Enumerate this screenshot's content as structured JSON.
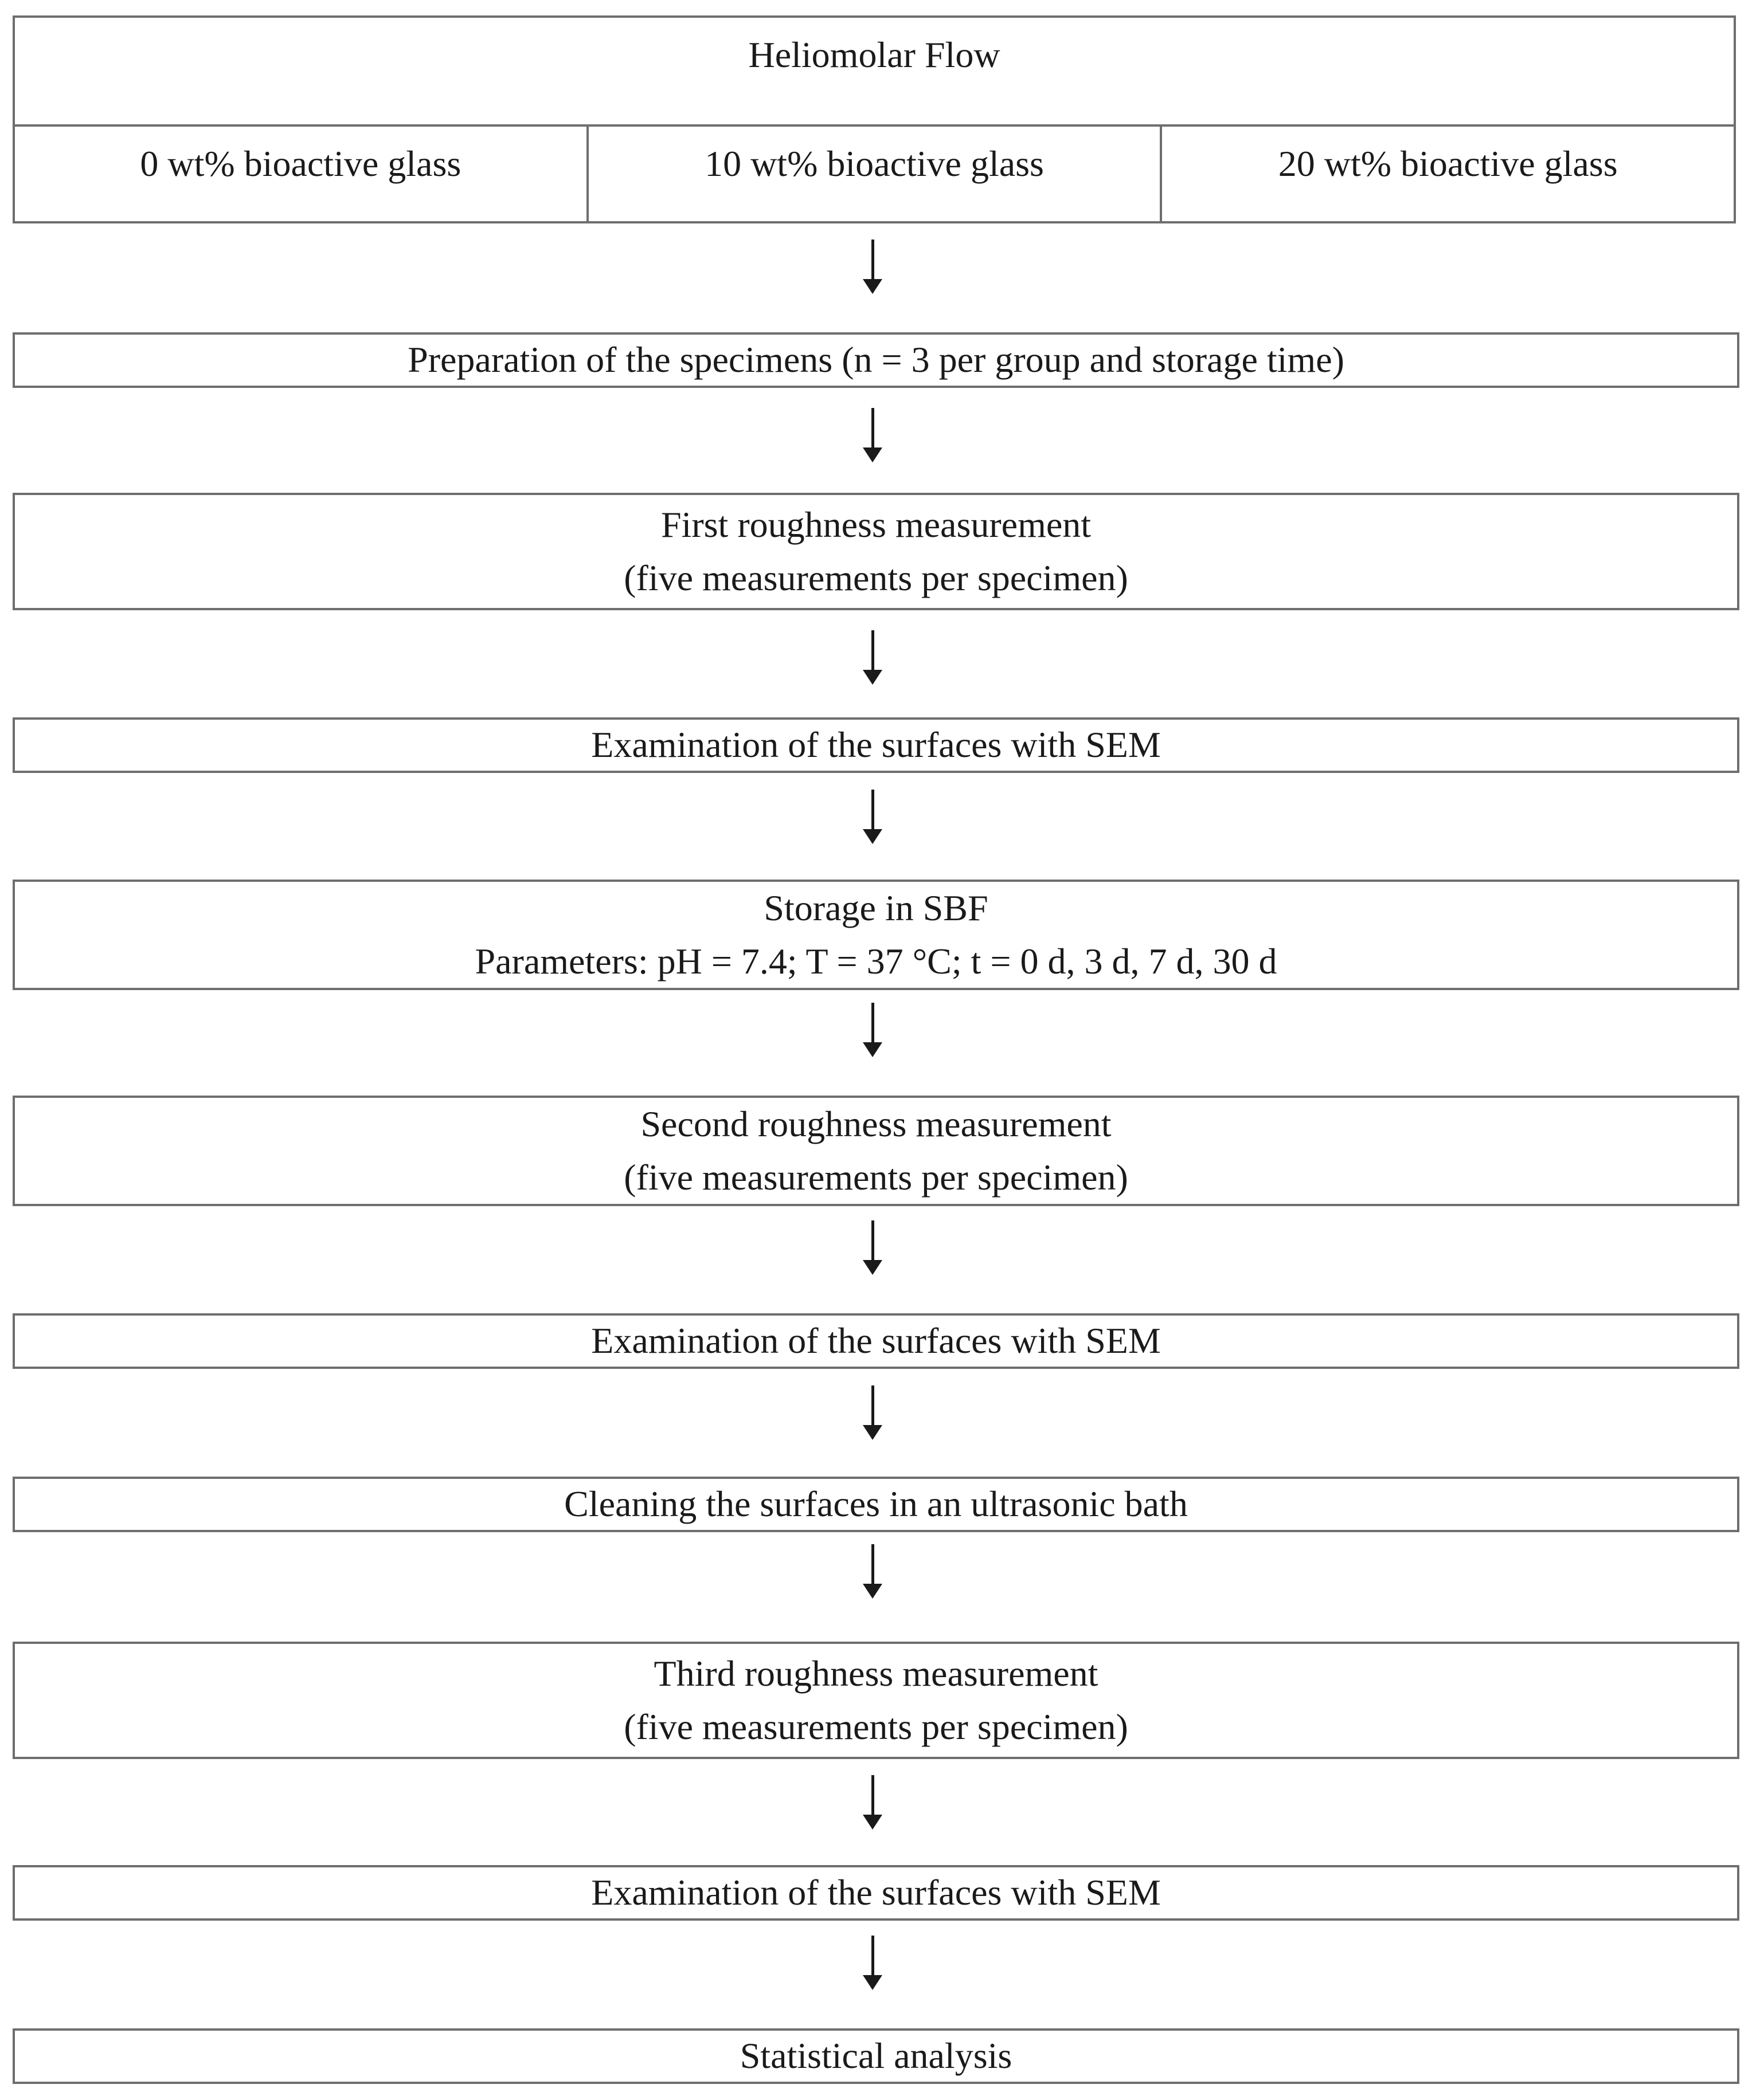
{
  "header": {
    "title": "Heliomolar Flow",
    "groups": [
      "0 wt% bioactive glass",
      "10 wt% bioactive glass",
      "20 wt% bioactive glass"
    ]
  },
  "steps": [
    {
      "lines": [
        "Preparation of the specimens (n = 3 per group and storage time)"
      ]
    },
    {
      "lines": [
        "First roughness measurement",
        "(five measurements per specimen)"
      ]
    },
    {
      "lines": [
        "Examination of the surfaces with SEM"
      ]
    },
    {
      "lines": [
        "Storage in SBF",
        "Parameters: pH = 7.4; T = 37 °C; t = 0 d, 3 d, 7 d, 30 d"
      ]
    },
    {
      "lines": [
        "Second roughness measurement",
        "(five measurements per specimen)"
      ]
    },
    {
      "lines": [
        "Examination of the surfaces with SEM"
      ]
    },
    {
      "lines": [
        "Cleaning the surfaces in an ultrasonic bath"
      ]
    },
    {
      "lines": [
        "Third roughness measurement",
        "(five measurements per specimen)"
      ]
    },
    {
      "lines": [
        "Examination of the surfaces with SEM"
      ]
    },
    {
      "lines": [
        "Statistical analysis"
      ]
    }
  ]
}
